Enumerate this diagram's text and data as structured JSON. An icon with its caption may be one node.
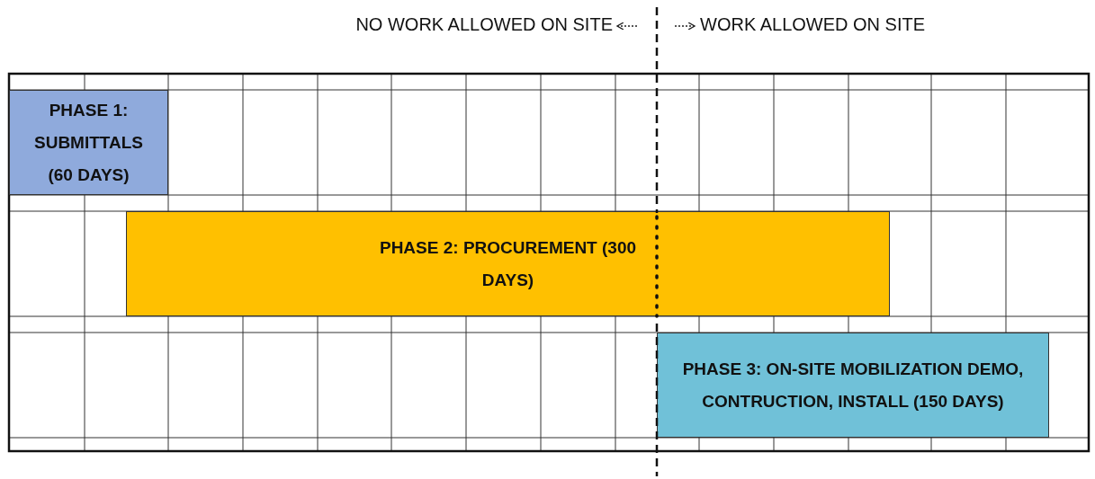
{
  "diagram": {
    "nodes": [
      {
        "text": [
          "PHASE 1: SUBMITTALS (60 DAYS)"
        ]
      },
      {
        "text": [
          "PHASE 2: PROCUREMENT (300 DAYS)"
        ]
      },
      {
        "text": [
          "PHASE 3: ON-SITE MOBILIZATION DEMO, CONTRUCTION, INSTALL (150 DAYS)"
        ]
      }
    ],
    "labels": [
      "NO WORK ALLOWED ON SITE",
      "WORK ALLOWED ON SITE"
    ]
  }
}
